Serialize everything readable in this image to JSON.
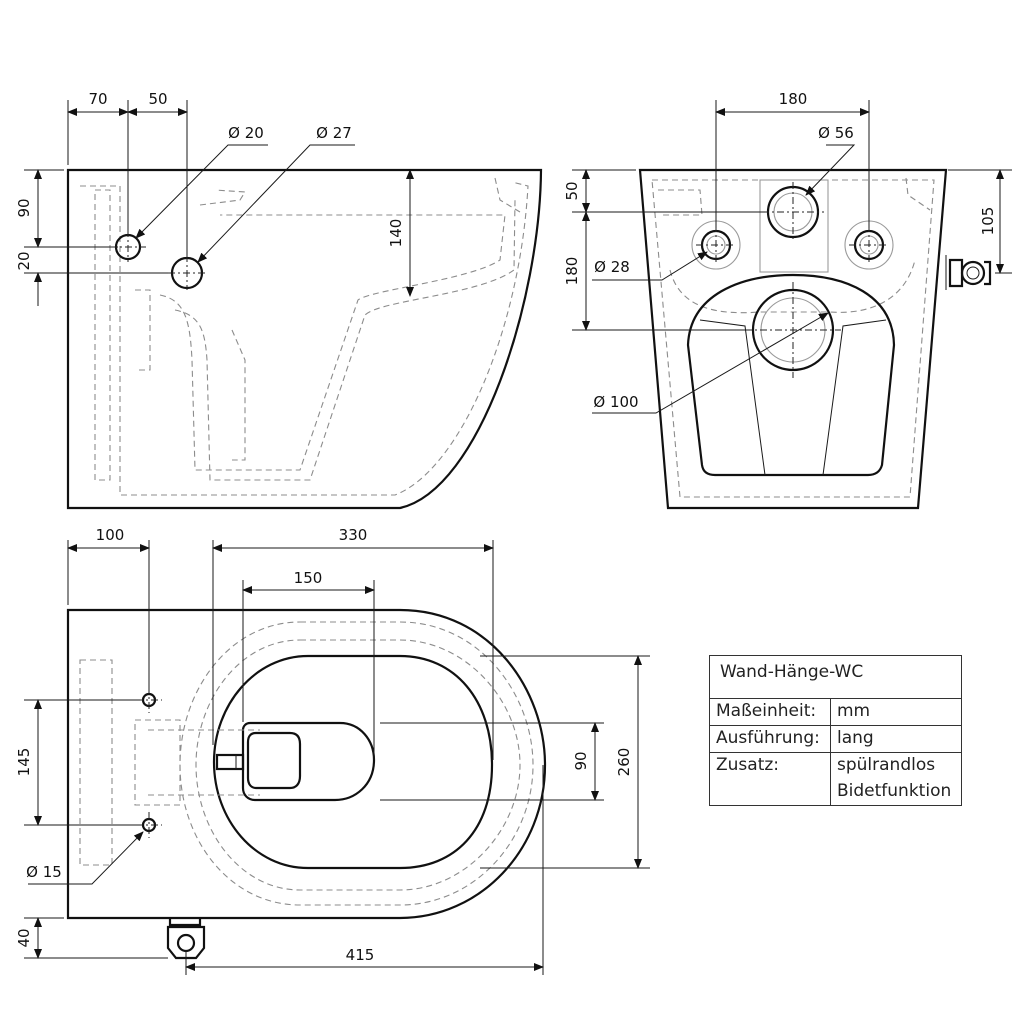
{
  "side_view": {
    "dims": {
      "d70": "70",
      "d50": "50",
      "d90": "90",
      "d20": "20",
      "d140": "140"
    },
    "diameters": {
      "inlet": "Ø 20",
      "outlet": "Ø 27"
    }
  },
  "rear_view": {
    "dims": {
      "d180": "180",
      "d50": "50",
      "d180v": "180",
      "d105": "105"
    },
    "diameters": {
      "flush": "Ø 56",
      "side": "Ø 28",
      "drain": "Ø 100"
    }
  },
  "top_view": {
    "dims": {
      "d100": "100",
      "d330": "330",
      "d150": "150",
      "d145": "145",
      "d90": "90",
      "d260": "260",
      "d40": "40",
      "d415": "415"
    },
    "diameters": {
      "bolt": "Ø 15"
    }
  },
  "spec_table": {
    "title": "Wand-Hänge-WC",
    "rows": [
      {
        "label": "Maßeinheit:",
        "value": "mm"
      },
      {
        "label": "Ausführung:",
        "value": "lang"
      },
      {
        "label": "Zusatz:",
        "value": "spülrandlos"
      },
      {
        "label": "",
        "value": "Bidetfunktion"
      }
    ]
  }
}
